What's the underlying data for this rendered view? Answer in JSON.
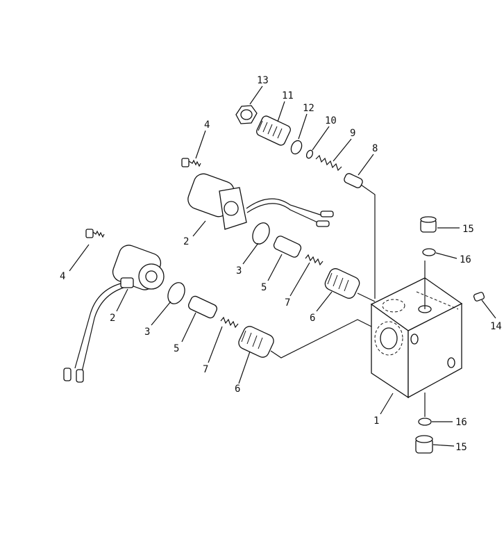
{
  "labels": {
    "l1": "1",
    "l2a": "2",
    "l2b": "2",
    "l3a": "3",
    "l3b": "3",
    "l4a": "4",
    "l4b": "4",
    "l5a": "5",
    "l5b": "5",
    "l6a": "6",
    "l6b": "6",
    "l7a": "7",
    "l7b": "7",
    "l8": "8",
    "l9": "9",
    "l10": "10",
    "l11": "11",
    "l12": "12",
    "l13": "13",
    "l14": "14",
    "l15a": "15",
    "l15b": "15",
    "l16a": "16",
    "l16b": "16"
  }
}
